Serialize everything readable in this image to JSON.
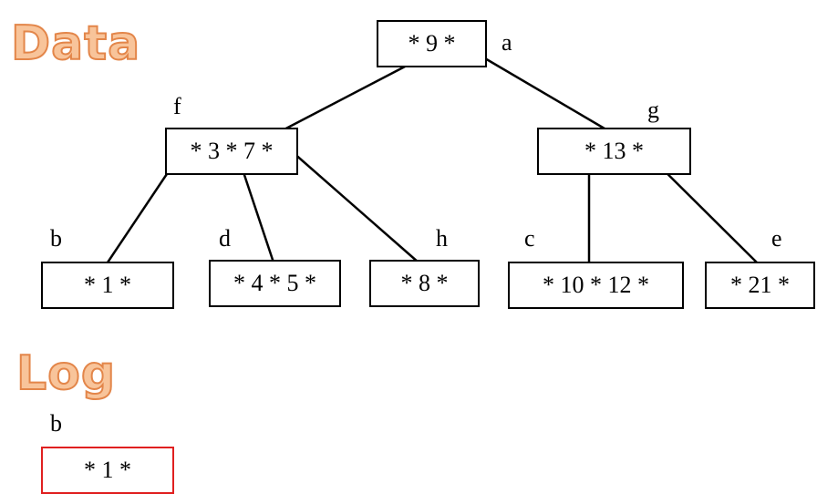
{
  "headings": {
    "data": "Data",
    "log": "Log"
  },
  "tree": {
    "nodes": {
      "a": {
        "label": "a",
        "keys": "* 9 *"
      },
      "f": {
        "label": "f",
        "keys": "* 3 * 7 *"
      },
      "g": {
        "label": "g",
        "keys": "* 13 *"
      },
      "b": {
        "label": "b",
        "keys": "* 1 *"
      },
      "d": {
        "label": "d",
        "keys": "* 4 * 5 *"
      },
      "h": {
        "label": "h",
        "keys": "* 8 *"
      },
      "c": {
        "label": "c",
        "keys": "* 10 * 12 *"
      },
      "e": {
        "label": "e",
        "keys": "* 21 *"
      }
    },
    "edges": [
      [
        "a",
        "f"
      ],
      [
        "a",
        "g"
      ],
      [
        "f",
        "b"
      ],
      [
        "f",
        "d"
      ],
      [
        "f",
        "h"
      ],
      [
        "g",
        "c"
      ],
      [
        "g",
        "e"
      ]
    ]
  },
  "log": {
    "label": "b",
    "keys": "* 1 *"
  },
  "colors": {
    "heading_fill": "#f8c49a",
    "heading_outline": "#e3864a",
    "log_border": "#e02020"
  }
}
